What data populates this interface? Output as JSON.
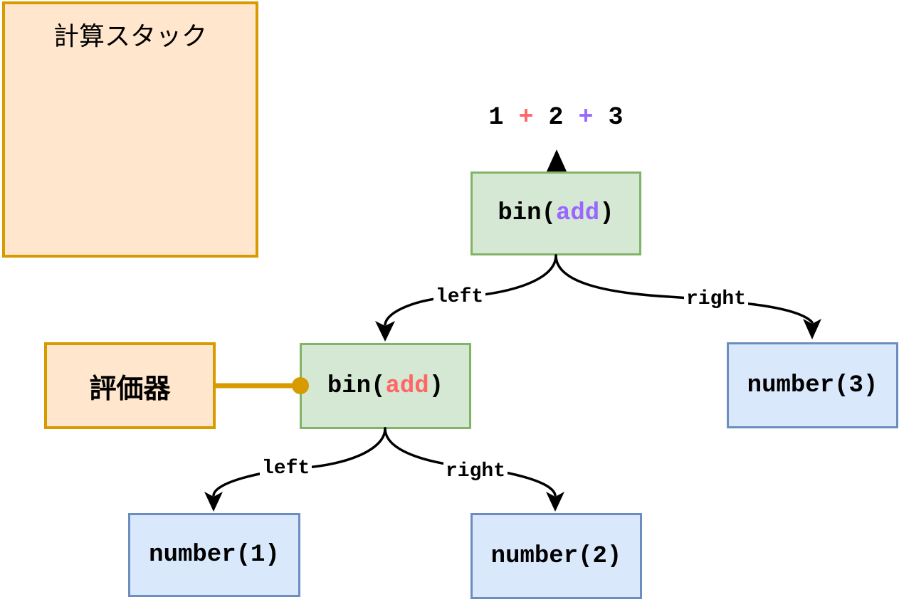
{
  "colors": {
    "background": "#FFFFFF",
    "orange_fill": "#FFE6CC",
    "orange_border": "#D79B00",
    "green_fill": "#D5E8D4",
    "green_border": "#82B366",
    "blue_fill": "#DAE8FC",
    "blue_border": "#6C8EBF",
    "accent_red": "#FF6666",
    "accent_purple": "#9966FF",
    "edge_ink": "#000000"
  },
  "stack_panel": {
    "title": "計算スタック"
  },
  "evaluator": {
    "label": "評価器"
  },
  "expression": {
    "text": "1 + 2 + 3",
    "tokens": [
      {
        "text": "1",
        "cls": "tok"
      },
      {
        "text": "+",
        "cls": "tok tok-red"
      },
      {
        "text": "2",
        "cls": "tok"
      },
      {
        "text": "+",
        "cls": "tok tok-purple"
      },
      {
        "text": "3",
        "cls": "tok"
      }
    ]
  },
  "tree": {
    "root": {
      "prefix": "bin(",
      "op": "add",
      "suffix": ")",
      "op_cls": "tok-purple"
    },
    "inner": {
      "prefix": "bin(",
      "op": "add",
      "suffix": ")",
      "op_cls": "tok-red"
    },
    "leaf1": {
      "label": "number(1)"
    },
    "leaf2": {
      "label": "number(2)"
    },
    "leaf3": {
      "label": "number(3)"
    },
    "edge_labels": {
      "root_left": "left",
      "root_right": "right",
      "inner_left": "left",
      "inner_right": "right"
    }
  }
}
